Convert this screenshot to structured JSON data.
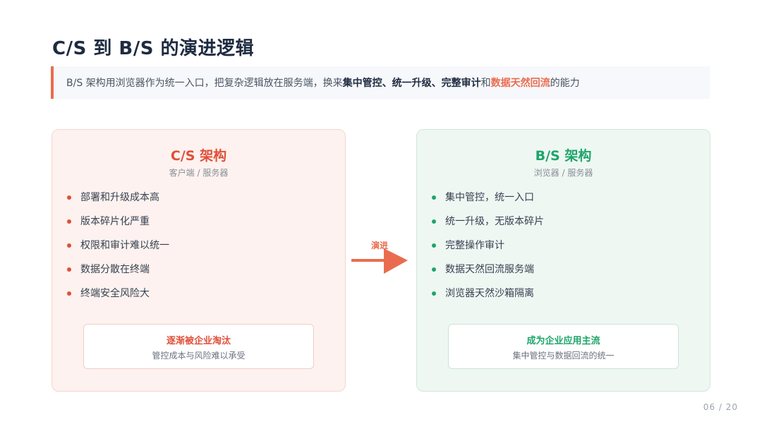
{
  "slide": {
    "title": "C/S 到 B/S 的演进逻辑",
    "summary": {
      "part1": "B/S 架构用浏览器作为统一入口，把复杂逻辑放在服务端，换来",
      "strong": "集中管控、统一升级、完整审计",
      "part2": "和",
      "accent": "数据天然回流",
      "part3": "的能力"
    },
    "arrow_label": "演进",
    "page_number": "06 / 20"
  },
  "left_card": {
    "title": "C/S 架构",
    "subtitle": "客户端 / 服务器",
    "points": [
      "部署和升级成本高",
      "版本碎片化严重",
      "权限和审计难以统一",
      "数据分散在终端",
      "终端安全风险大"
    ],
    "footer_title": "逐渐被企业淘汰",
    "footer_sub": "管控成本与风险难以承受"
  },
  "right_card": {
    "title": "B/S 架构",
    "subtitle": "浏览器 / 服务器",
    "points": [
      "集中管控，统一入口",
      "统一升级，无版本碎片",
      "完整操作审计",
      "数据天然回流服务端",
      "浏览器天然沙箱隔离"
    ],
    "footer_title": "成为企业应用主流",
    "footer_sub": "集中管控与数据回流的统一"
  },
  "colors": {
    "accent": "#ea6c4f",
    "left_red": "#e04f38",
    "right_green": "#1ea56a",
    "title_navy": "#1e2b40"
  }
}
